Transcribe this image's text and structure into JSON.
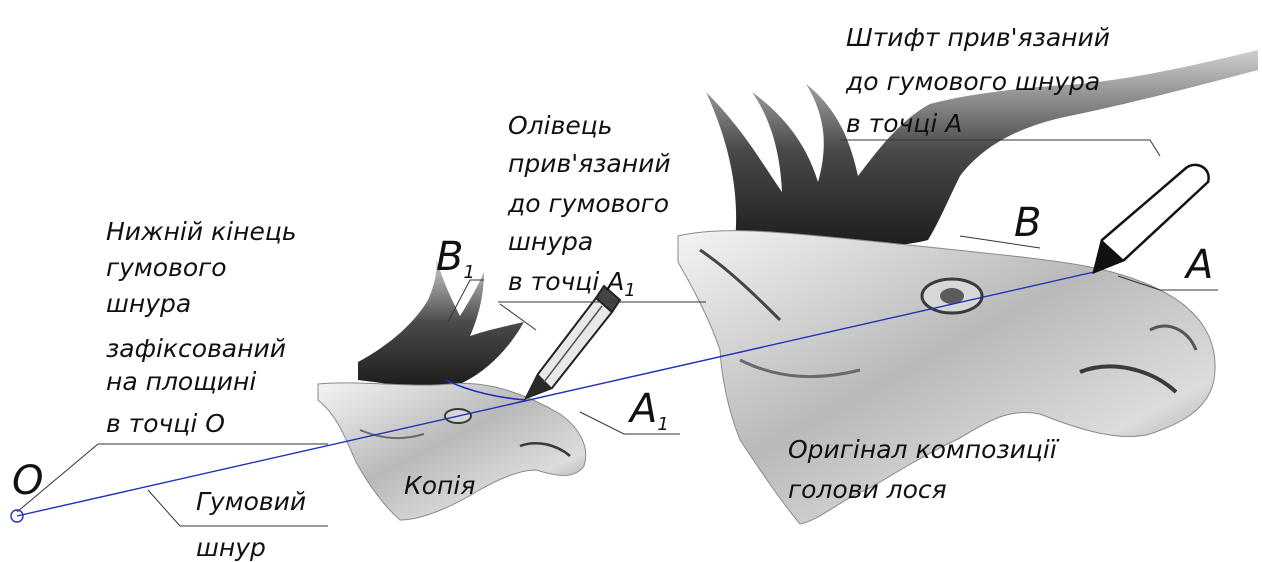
{
  "labels": {
    "point_o": "O",
    "point_a": "A",
    "point_a1": "A",
    "point_a1_sub": "1",
    "point_b": "B",
    "point_b1": "B",
    "point_b1_sub": "1",
    "lower_end": [
      "Нижній кінець",
      "гумового",
      "шнура",
      "зафіксований",
      "на площині",
      "в точці О"
    ],
    "pencil": [
      "Олівець",
      "прив'язаний",
      "до гумового",
      "шнура"
    ],
    "pencil_last": "в точці А",
    "pencil_last_sub": "1",
    "pin": [
      "Штифт прив'язаний",
      "до гумового шнура",
      "в точці А"
    ],
    "rubber_cord": [
      "Гумовий",
      "шнур"
    ],
    "copy": "Копія",
    "original": [
      "Оригінал композиції",
      "голови лося"
    ]
  },
  "colors": {
    "cord": "#1f2fb8",
    "leader": "#333333",
    "sculpture_dark": "#2a2a2a",
    "sculpture_mid": "#9a9a9a",
    "sculpture_light": "#e6e6e6"
  }
}
